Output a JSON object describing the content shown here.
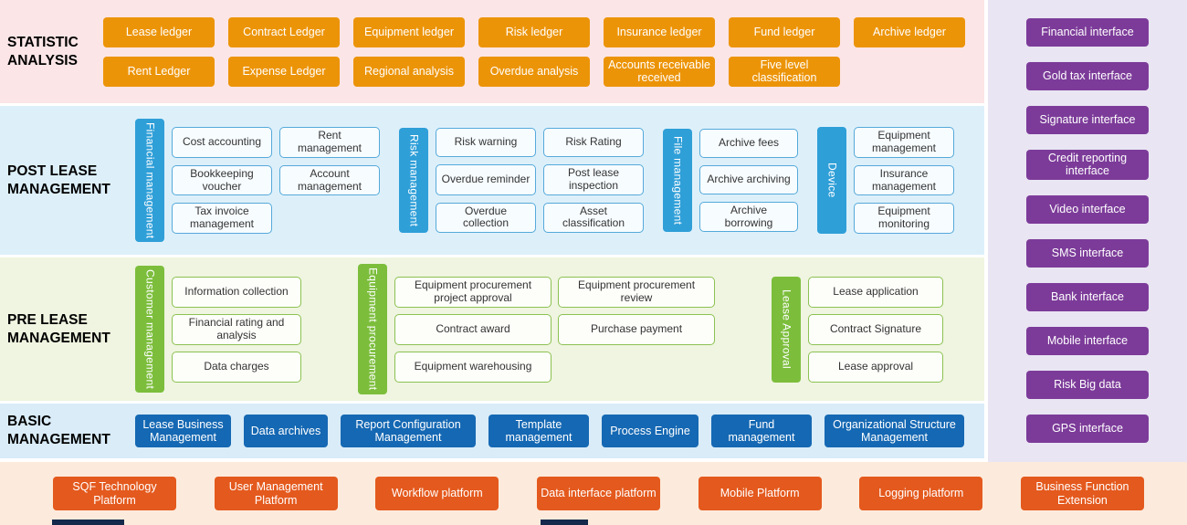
{
  "statistic": {
    "title": "STATISTIC ANALYSIS",
    "row1": [
      "Lease ledger",
      "Contract Ledger",
      "Equipment ledger",
      "Risk ledger",
      "Insurance ledger",
      "Fund ledger",
      "Archive ledger"
    ],
    "row2": [
      "Rent Ledger",
      "Expense Ledger",
      "Regional analysis",
      "Overdue analysis",
      "Accounts receivable received",
      "Five level classification"
    ]
  },
  "post_lease": {
    "title": "POST LEASE MANAGEMENT",
    "groups": [
      {
        "label": "Financial management",
        "items": [
          "Cost accounting",
          "Rent management",
          "Bookkeeping voucher",
          "Account management",
          "Tax invoice management"
        ]
      },
      {
        "label": "Risk management",
        "items": [
          "Risk warning",
          "Risk Rating",
          "Overdue reminder",
          "Post lease inspection",
          "Overdue collection",
          "Asset classification"
        ]
      },
      {
        "label": "File management",
        "items": [
          "Archive fees",
          "Archive archiving",
          "Archive borrowing"
        ]
      },
      {
        "label": "Device",
        "items": [
          "Equipment management",
          "Insurance management",
          "Equipment monitoring"
        ]
      }
    ]
  },
  "pre_lease": {
    "title": "PRE LEASE MANAGEMENT",
    "groups": [
      {
        "label": "Customer management",
        "items": [
          "Information collection",
          "Financial rating and analysis",
          "Data charges"
        ]
      },
      {
        "label": "Equipment procurement",
        "items": [
          "Equipment procurement project approval",
          "Equipment procurement review",
          "Contract award",
          "Purchase payment",
          "Equipment warehousing"
        ]
      },
      {
        "label": "Lease Approval",
        "items": [
          "Lease application",
          "Contract Signature",
          "Lease approval"
        ]
      }
    ]
  },
  "basic": {
    "title": "BASIC MANAGEMENT",
    "items": [
      "Lease Business Management",
      "Data archives",
      "Report Configuration Management",
      "Template management",
      "Process Engine",
      "Fund management",
      "Organizational Structure Management"
    ]
  },
  "platform": {
    "items": [
      "SQF Technology Platform",
      "User Management Platform",
      "Workflow platform",
      "Data interface platform",
      "Mobile Platform",
      "Logging platform",
      "Business Function Extension"
    ]
  },
  "interfaces": {
    "items": [
      "Financial interface",
      "Gold tax interface",
      "Signature interface",
      "Credit reporting interface",
      "Video interface",
      "SMS interface",
      "Bank interface",
      "Mobile interface",
      "Risk Big data",
      "GPS interface"
    ]
  },
  "colors": {
    "statistic_bg": "#FBE5E6",
    "statistic_chip": "#EC9408",
    "post_bg": "#DDF0FA",
    "post_tab": "#2F9FD8",
    "post_item_border": "#55A9DA",
    "pre_bg": "#EFF5E0",
    "pre_tab": "#7CBE3C",
    "pre_item_border": "#8CC152",
    "basic_bg": "#D9ECF8",
    "basic_chip": "#1568B3",
    "platform_bg": "#FCEBDC",
    "platform_chip": "#E4591D",
    "sidebar_bg": "#E9E5F3",
    "sidebar_chip": "#7C3B99"
  }
}
